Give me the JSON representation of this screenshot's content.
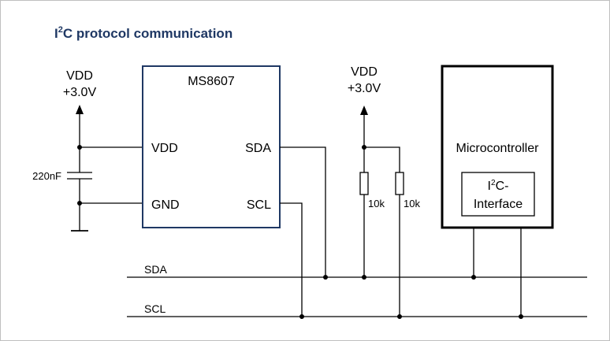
{
  "title": {
    "text_prefix": "I",
    "superscript": "2",
    "text_suffix": "C protocol communication"
  },
  "supply_left": {
    "line1": "VDD",
    "line2": "+3.0V"
  },
  "supply_right": {
    "line1": "VDD",
    "line2": "+3.0V"
  },
  "capacitor": {
    "value": "220nF"
  },
  "sensor_chip": {
    "name": "MS8607",
    "pins": {
      "vdd": "VDD",
      "gnd": "GND",
      "sda": "SDA",
      "scl": "SCL"
    }
  },
  "pullups": [
    {
      "value": "10k"
    },
    {
      "value": "10k"
    }
  ],
  "microcontroller": {
    "name": "Microcontroller",
    "interface": {
      "line1_prefix": "I",
      "line1_superscript": "2",
      "line1_suffix": "C-",
      "line2": "Interface"
    }
  },
  "bus_lines": {
    "sda": "SDA",
    "scl": "SCL"
  },
  "colors": {
    "title": "#1f3864",
    "sensor_border": "#1f3864",
    "wires": "#000000",
    "frame": "#bfbfbf"
  }
}
